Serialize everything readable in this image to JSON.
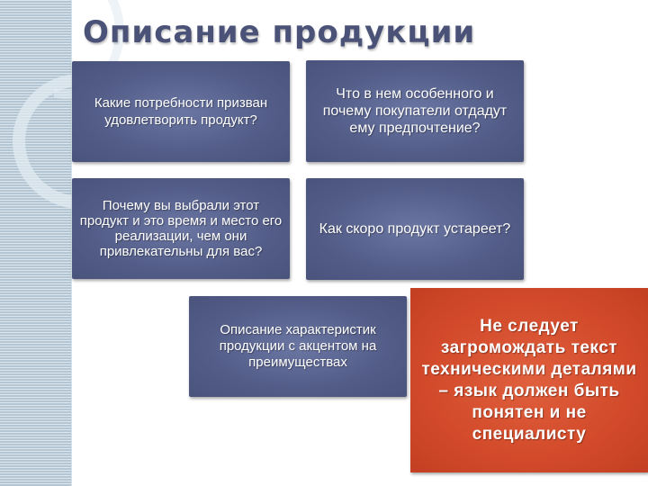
{
  "slide": {
    "title": "Описание продукции",
    "boxes": [
      {
        "text": "Какие потребности призван удовлетворить продукт?"
      },
      {
        "text": "Что в нем особенного и почему покупатели отдадут ему предпочтение?"
      },
      {
        "text": "Почему вы выбрали этот продукт и это время и место его реализации, чем они привлекательны для вас?"
      },
      {
        "text": "Как скоро продукт устареет?"
      },
      {
        "text": "Описание характеристик продукции с акцентом на преимуществах"
      }
    ],
    "callout": {
      "text": "Не следует загромождать текст техническими деталями – язык должен быть понятен и не специалисту"
    }
  },
  "colors": {
    "box_blue": "#525c87",
    "callout_red": "#d24a2a",
    "title": "#4b5278",
    "strip": "#b4c6d4"
  }
}
